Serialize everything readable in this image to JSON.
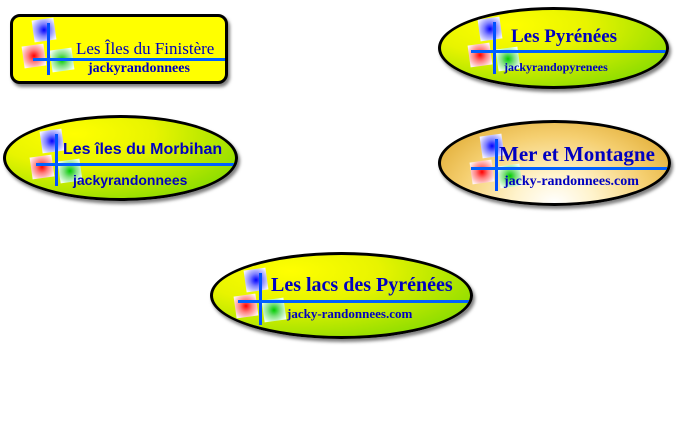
{
  "banners": [
    {
      "title": "Les Îles du Finistère",
      "subtitle": "jackyrandonnees"
    },
    {
      "title": "Les Pyrénées",
      "subtitle": "jackyrandopyrenees"
    },
    {
      "title": "Les îles du Morbihan",
      "subtitle": "jackyrandonnees"
    },
    {
      "title": "Mer et Montagne",
      "subtitle": "jacky-randonnees.com"
    },
    {
      "title": "Les lacs des Pyrénées",
      "subtitle": "jacky-randonnees.com"
    }
  ]
}
